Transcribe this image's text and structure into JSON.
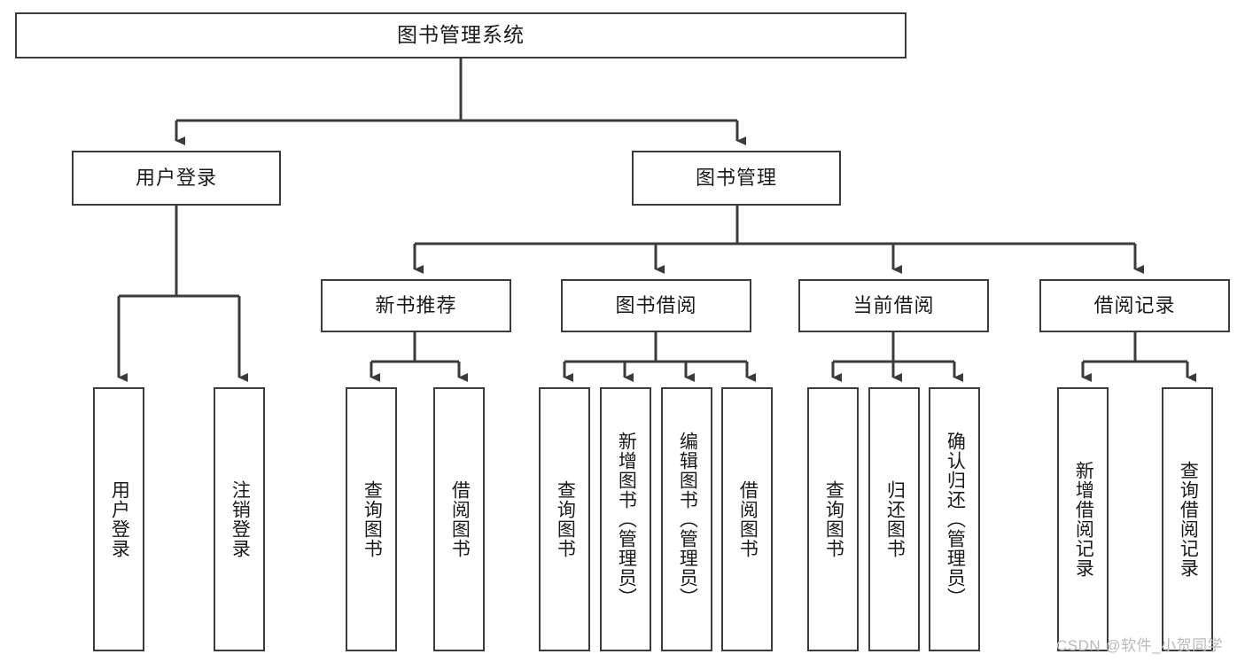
{
  "diagram": {
    "title": "图书管理系统",
    "type": "tree-hierarchy-chart",
    "watermark": "CSDN @软件_小贺同学",
    "colors": {
      "background": "#ffffff",
      "box_border": "#3b3b3b",
      "box_fill": "#ffffff",
      "connector": "#3b3b3b",
      "text": "#1a1a1a",
      "watermark": "#b9b9b9"
    }
  },
  "nodes": {
    "root": {
      "label": "图书管理系统",
      "level": 1,
      "orientation": "horizontal"
    },
    "l2": [
      {
        "id": "user-login",
        "label": "用户登录",
        "level": 2,
        "orientation": "horizontal"
      },
      {
        "id": "book-manage",
        "label": "图书管理",
        "level": 2,
        "orientation": "horizontal"
      }
    ],
    "l3": [
      {
        "id": "new-book-rec",
        "label": "新书推荐",
        "level": 3,
        "orientation": "horizontal"
      },
      {
        "id": "book-borrow",
        "label": "图书借阅",
        "level": 3,
        "orientation": "horizontal"
      },
      {
        "id": "current-borrow",
        "label": "当前借阅",
        "level": 3,
        "orientation": "horizontal"
      },
      {
        "id": "borrow-record",
        "label": "借阅记录",
        "level": 3,
        "orientation": "horizontal"
      }
    ],
    "leaves": [
      {
        "id": "leaf-user-login",
        "label": "用户登录",
        "parent": "user-login",
        "orientation": "vertical"
      },
      {
        "id": "leaf-user-logout",
        "label": "注销登录",
        "parent": "user-login",
        "orientation": "vertical"
      },
      {
        "id": "leaf-query-book-1",
        "label": "查询图书",
        "parent": "new-book-rec",
        "orientation": "vertical"
      },
      {
        "id": "leaf-borrow-book-1",
        "label": "借阅图书",
        "parent": "new-book-rec",
        "orientation": "vertical"
      },
      {
        "id": "leaf-query-book-2",
        "label": "查询图书",
        "parent": "book-borrow",
        "orientation": "vertical"
      },
      {
        "id": "leaf-add-book",
        "label": "新增图书（管理员）",
        "parent": "book-borrow",
        "orientation": "vertical"
      },
      {
        "id": "leaf-edit-book",
        "label": "编辑图书（管理员）",
        "parent": "book-borrow",
        "orientation": "vertical"
      },
      {
        "id": "leaf-borrow-book-2",
        "label": "借阅图书",
        "parent": "book-borrow",
        "orientation": "vertical"
      },
      {
        "id": "leaf-query-book-3",
        "label": "查询图书",
        "parent": "current-borrow",
        "orientation": "vertical"
      },
      {
        "id": "leaf-return-book",
        "label": "归还图书",
        "parent": "current-borrow",
        "orientation": "vertical"
      },
      {
        "id": "leaf-confirm-return",
        "label": "确认归还（管理员）",
        "parent": "current-borrow",
        "orientation": "vertical"
      },
      {
        "id": "leaf-add-record",
        "label": "新增借阅记录",
        "parent": "borrow-record",
        "orientation": "vertical"
      },
      {
        "id": "leaf-query-record",
        "label": "查询借阅记录",
        "parent": "borrow-record",
        "orientation": "vertical"
      }
    ]
  }
}
